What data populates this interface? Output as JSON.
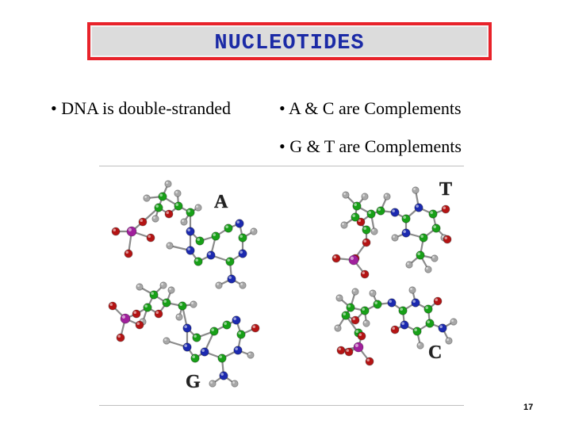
{
  "title": "NUCLEOTIDES",
  "bullets": [
    "• DNA is double-stranded",
    "• A & C are Complements",
    "• G & T are Complements"
  ],
  "molecule_labels": {
    "a": "A",
    "t": "T",
    "g": "G",
    "c": "C"
  },
  "atom_colors": {
    "carbon": "#18a018",
    "nitrogen": "#1c2ab0",
    "oxygen": "#b41414",
    "phosphorus": "#a0209c",
    "hydrogen": "#a8a8a8",
    "bond": "#8a8a8a"
  },
  "page_number": "17"
}
